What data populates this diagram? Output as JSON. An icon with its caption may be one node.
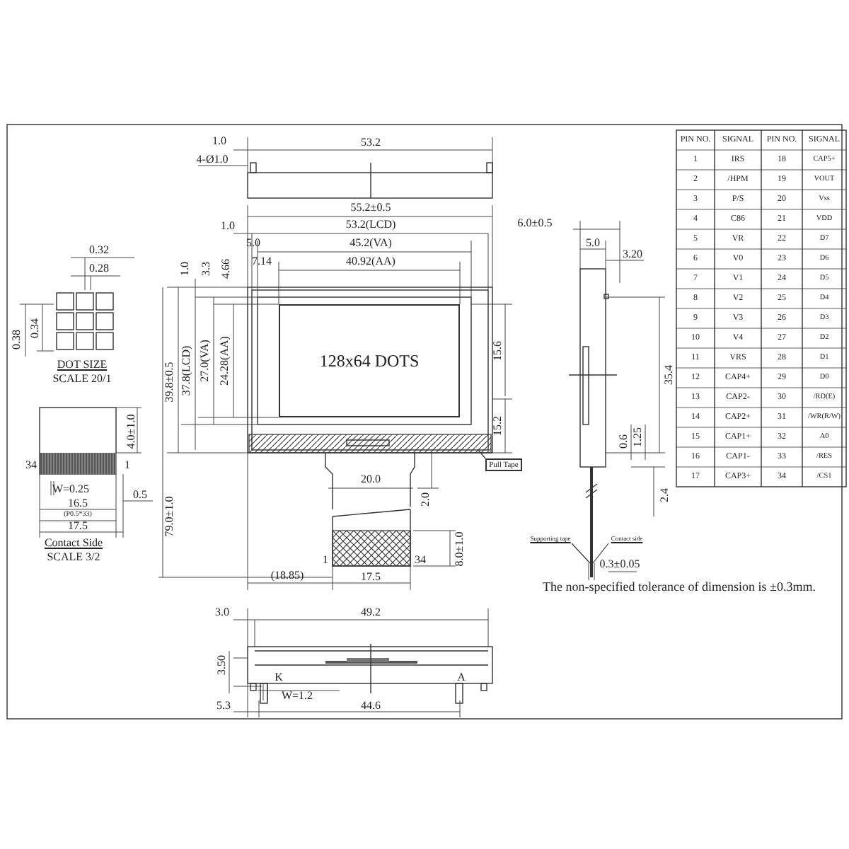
{
  "diagram": {
    "nodes": [
      {
        "text": [
          "128x64 DOTS"
        ]
      },
      {
        "text": [
          "Pull Tape"
        ]
      },
      {
        "text": [
          "Supporting tape"
        ]
      },
      {
        "text": [
          "Contact side"
        ]
      },
      {
        "text": [],
        "shape": "bar"
      }
    ],
    "edges": [
      {
        "from": 1,
        "to": null,
        "arrow": "none"
      },
      {
        "from": 2,
        "to": 4,
        "arrow": "none"
      },
      {
        "from": 3,
        "to": 4,
        "arrow": "none"
      }
    ],
    "labels": [
      "1.0",
      "4-Ø1.0",
      "53.2",
      "55.2±0.5",
      "1.0",
      "53.2(LCD)",
      "5.0",
      "45.2(VA)",
      "7.14",
      "40.92(AA)",
      "1.0",
      "3.3",
      "4.66",
      "39.8±0.5",
      "37.8(LCD)",
      "27.0(VA)",
      "24.28(AA)",
      "15.6",
      "15.2",
      "20.0",
      "2.0",
      "8.0±1.0",
      "1",
      "34",
      "79.0±1.0",
      "(18.85)",
      "17.5",
      "0.32",
      "0.28",
      "0.38",
      "0.34",
      "DOT SIZE",
      "SCALE 20/1",
      "4.0±1.0",
      "34",
      "1",
      "W=0.25",
      "16.5",
      "(P0.5*33)",
      "0.5",
      "17.5",
      "Contact Side",
      "SCALE 3/2",
      "6.0±0.5",
      "5.0",
      "3.20",
      "35.4",
      "0.6",
      "1.25",
      "2.4",
      "0.3±0.05",
      "The non-specified tolerance of dimension is ±0.3mm.",
      "3.0",
      "49.2",
      "3.50",
      "K",
      "A",
      "W=1.2",
      "5.3",
      "44.6",
      "PIN NO.",
      "SIGNAL",
      "PIN NO.",
      "SIGNAL",
      "1",
      "IRS",
      "18",
      "CAP5+",
      "2",
      "/HPM",
      "19",
      "VOUT",
      "3",
      "P/S",
      "20",
      "Vss",
      "4",
      "C86",
      "21",
      "VDD",
      "5",
      "VR",
      "22",
      "D7",
      "6",
      "V0",
      "23",
      "D6",
      "7",
      "V1",
      "24",
      "D5",
      "8",
      "V2",
      "25",
      "D4",
      "9",
      "V3",
      "26",
      "D3",
      "10",
      "V4",
      "27",
      "D2",
      "11",
      "VRS",
      "28",
      "D1",
      "12",
      "CAP4+",
      "29",
      "D0",
      "13",
      "CAP2-",
      "30",
      "/RD(E)",
      "14",
      "CAP2+",
      "31",
      "/WR(R/W)",
      "15",
      "CAP1+",
      "32",
      "A0",
      "16",
      "CAP1-",
      "33",
      "/RES",
      "17",
      "CAP3+",
      "34",
      "/CS1"
    ]
  }
}
